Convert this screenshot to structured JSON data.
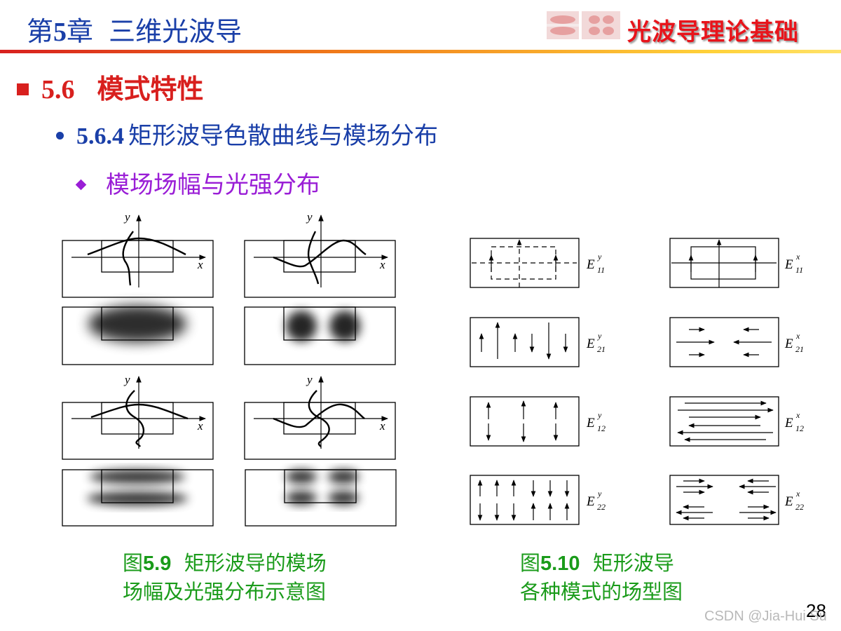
{
  "header": {
    "chapter_prefix": "第",
    "chapter_number": "5",
    "chapter_suffix": "章",
    "chapter_name": "三维光波导",
    "course_title": "光波导理论基础",
    "rule_colors": [
      "#d8201e",
      "#f07a1a",
      "#ffd23a"
    ]
  },
  "section": {
    "number": "5.6",
    "title": "模式特性",
    "color": "#d8201e"
  },
  "subsection": {
    "number": "5.6.4",
    "title": "矩形波导色散曲线与模场分布",
    "color": "#1a3fa8"
  },
  "topic": {
    "title": "模场场幅与光强分布",
    "color": "#9a1ed6"
  },
  "figure_left": {
    "axis_x": "x",
    "axis_y": "y",
    "caption_prefix": "图",
    "caption_number": "5.9",
    "caption_line1": "矩形波导的模场",
    "caption_line2": "场幅及光强分布示意图"
  },
  "figure_right": {
    "mode_letter": "E",
    "modes": [
      {
        "sup": "y",
        "sub": "11"
      },
      {
        "sup": "x",
        "sub": "11"
      },
      {
        "sup": "y",
        "sub": "21"
      },
      {
        "sup": "x",
        "sub": "21"
      },
      {
        "sup": "y",
        "sub": "12"
      },
      {
        "sup": "x",
        "sub": "12"
      },
      {
        "sup": "y",
        "sub": "22"
      },
      {
        "sup": "x",
        "sub": "22"
      }
    ],
    "caption_prefix": "图",
    "caption_number": "5.10",
    "caption_line1": "矩形波导",
    "caption_line2": "各种模式的场型图"
  },
  "page_number": "28",
  "watermark": "CSDN @Jia-Hui Su"
}
